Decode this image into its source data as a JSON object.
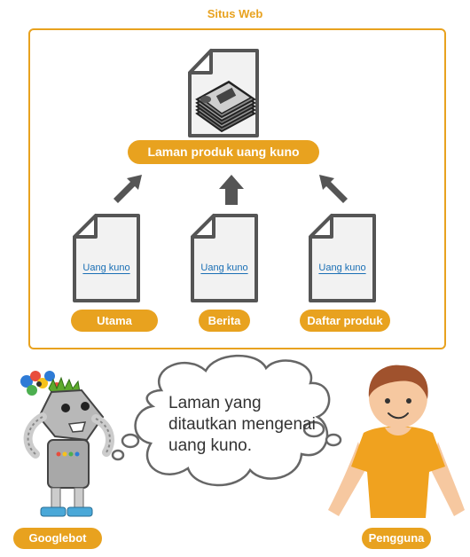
{
  "site": {
    "title": "Situs Web"
  },
  "target_page": {
    "label": "Laman produk uang kuno"
  },
  "source_pages": [
    {
      "link_text": "Uang kuno",
      "label": "Utama"
    },
    {
      "link_text": "Uang kuno",
      "label": "Berita"
    },
    {
      "link_text": "Uang kuno",
      "label": "Daftar produk"
    }
  ],
  "thought_bubble": {
    "text": "Laman yang ditautkan mengenai uang kuno."
  },
  "actors": {
    "bot": "Googlebot",
    "user": "Pengguna"
  },
  "colors": {
    "accent": "#E8A21F",
    "link": "#1A6FB5",
    "doc_stroke": "#555555",
    "doc_fill": "#F2F2F2",
    "arrow": "#555555"
  }
}
